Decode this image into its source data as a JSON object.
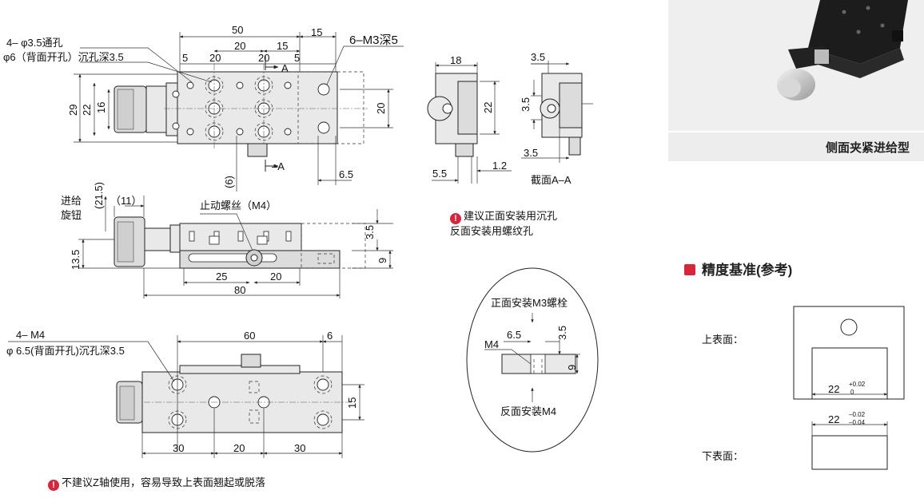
{
  "top_view": {
    "callout_left_1": "4– φ3.5通孔",
    "callout_left_2": "φ6（背面开孔）沉孔深3.5",
    "callout_right": "6–M3深5",
    "dim_50": "50",
    "dim_15_top": "15",
    "dim_20a": "20",
    "dim_15b": "15",
    "dim_5a": "5",
    "dim_20b": "20",
    "dim_20c": "20",
    "dim_5b": "5",
    "section_a": "A",
    "section_a2": "–A",
    "dim_29": "29",
    "dim_22": "22",
    "dim_16": "16",
    "dim_20_right": "20",
    "dim_6": "(6)",
    "dim_6_5": "6.5"
  },
  "side_view": {
    "label_knob_1": "进给",
    "label_knob_2": "旋钮",
    "dim_11": "（11）",
    "dim_21_5": "(21.5)",
    "lock_screw": "止动螺丝（M4）",
    "dim_3_5": "3.5",
    "dim_9": "9",
    "dim_13_5": "13.5",
    "dim_25": "25",
    "dim_20": "20",
    "dim_80": "80"
  },
  "bottom_view": {
    "callout_1": "4– M4",
    "callout_2": "φ 6.5(背面开孔)沉孔深3.5",
    "dim_60": "60",
    "dim_6": "6",
    "dim_15": "15",
    "dim_30a": "30",
    "dim_20": "20",
    "dim_30b": "30"
  },
  "end_view": {
    "dim_18": "18",
    "dim_22": "22",
    "dim_5_5": "5.5",
    "dim_1_2": "1.2"
  },
  "section_view": {
    "dim_3_5a": "3.5",
    "dim_3_5b": "3.5",
    "dim_3_5c": "3.5",
    "label": "截面A–A"
  },
  "mount_note": {
    "line1": "建议正面安装用沉孔",
    "line2": "反面安装用螺纹孔"
  },
  "detail": {
    "top_label": "正面安装M3螺栓",
    "dim_6_5": "6.5",
    "dim_3_5": "3.5",
    "m4": "M4",
    "dim_9": "9",
    "bottom_label": "反面安装M4"
  },
  "bottom_note": "不建议Z轴使用，容易导致上表面翘起或脱落",
  "photo_caption": "侧面夹紧进给型",
  "precision": {
    "title": "精度基准(参考)",
    "upper_label": "上表面：",
    "lower_label": "下表面：",
    "upper_dim": "22",
    "upper_tol_plus": "+0.02",
    "upper_tol_minus": "0",
    "lower_dim": "22",
    "lower_tol_plus": "–0.02",
    "lower_tol_minus": "–0.04"
  },
  "colors": {
    "accent": "#d6263b"
  }
}
